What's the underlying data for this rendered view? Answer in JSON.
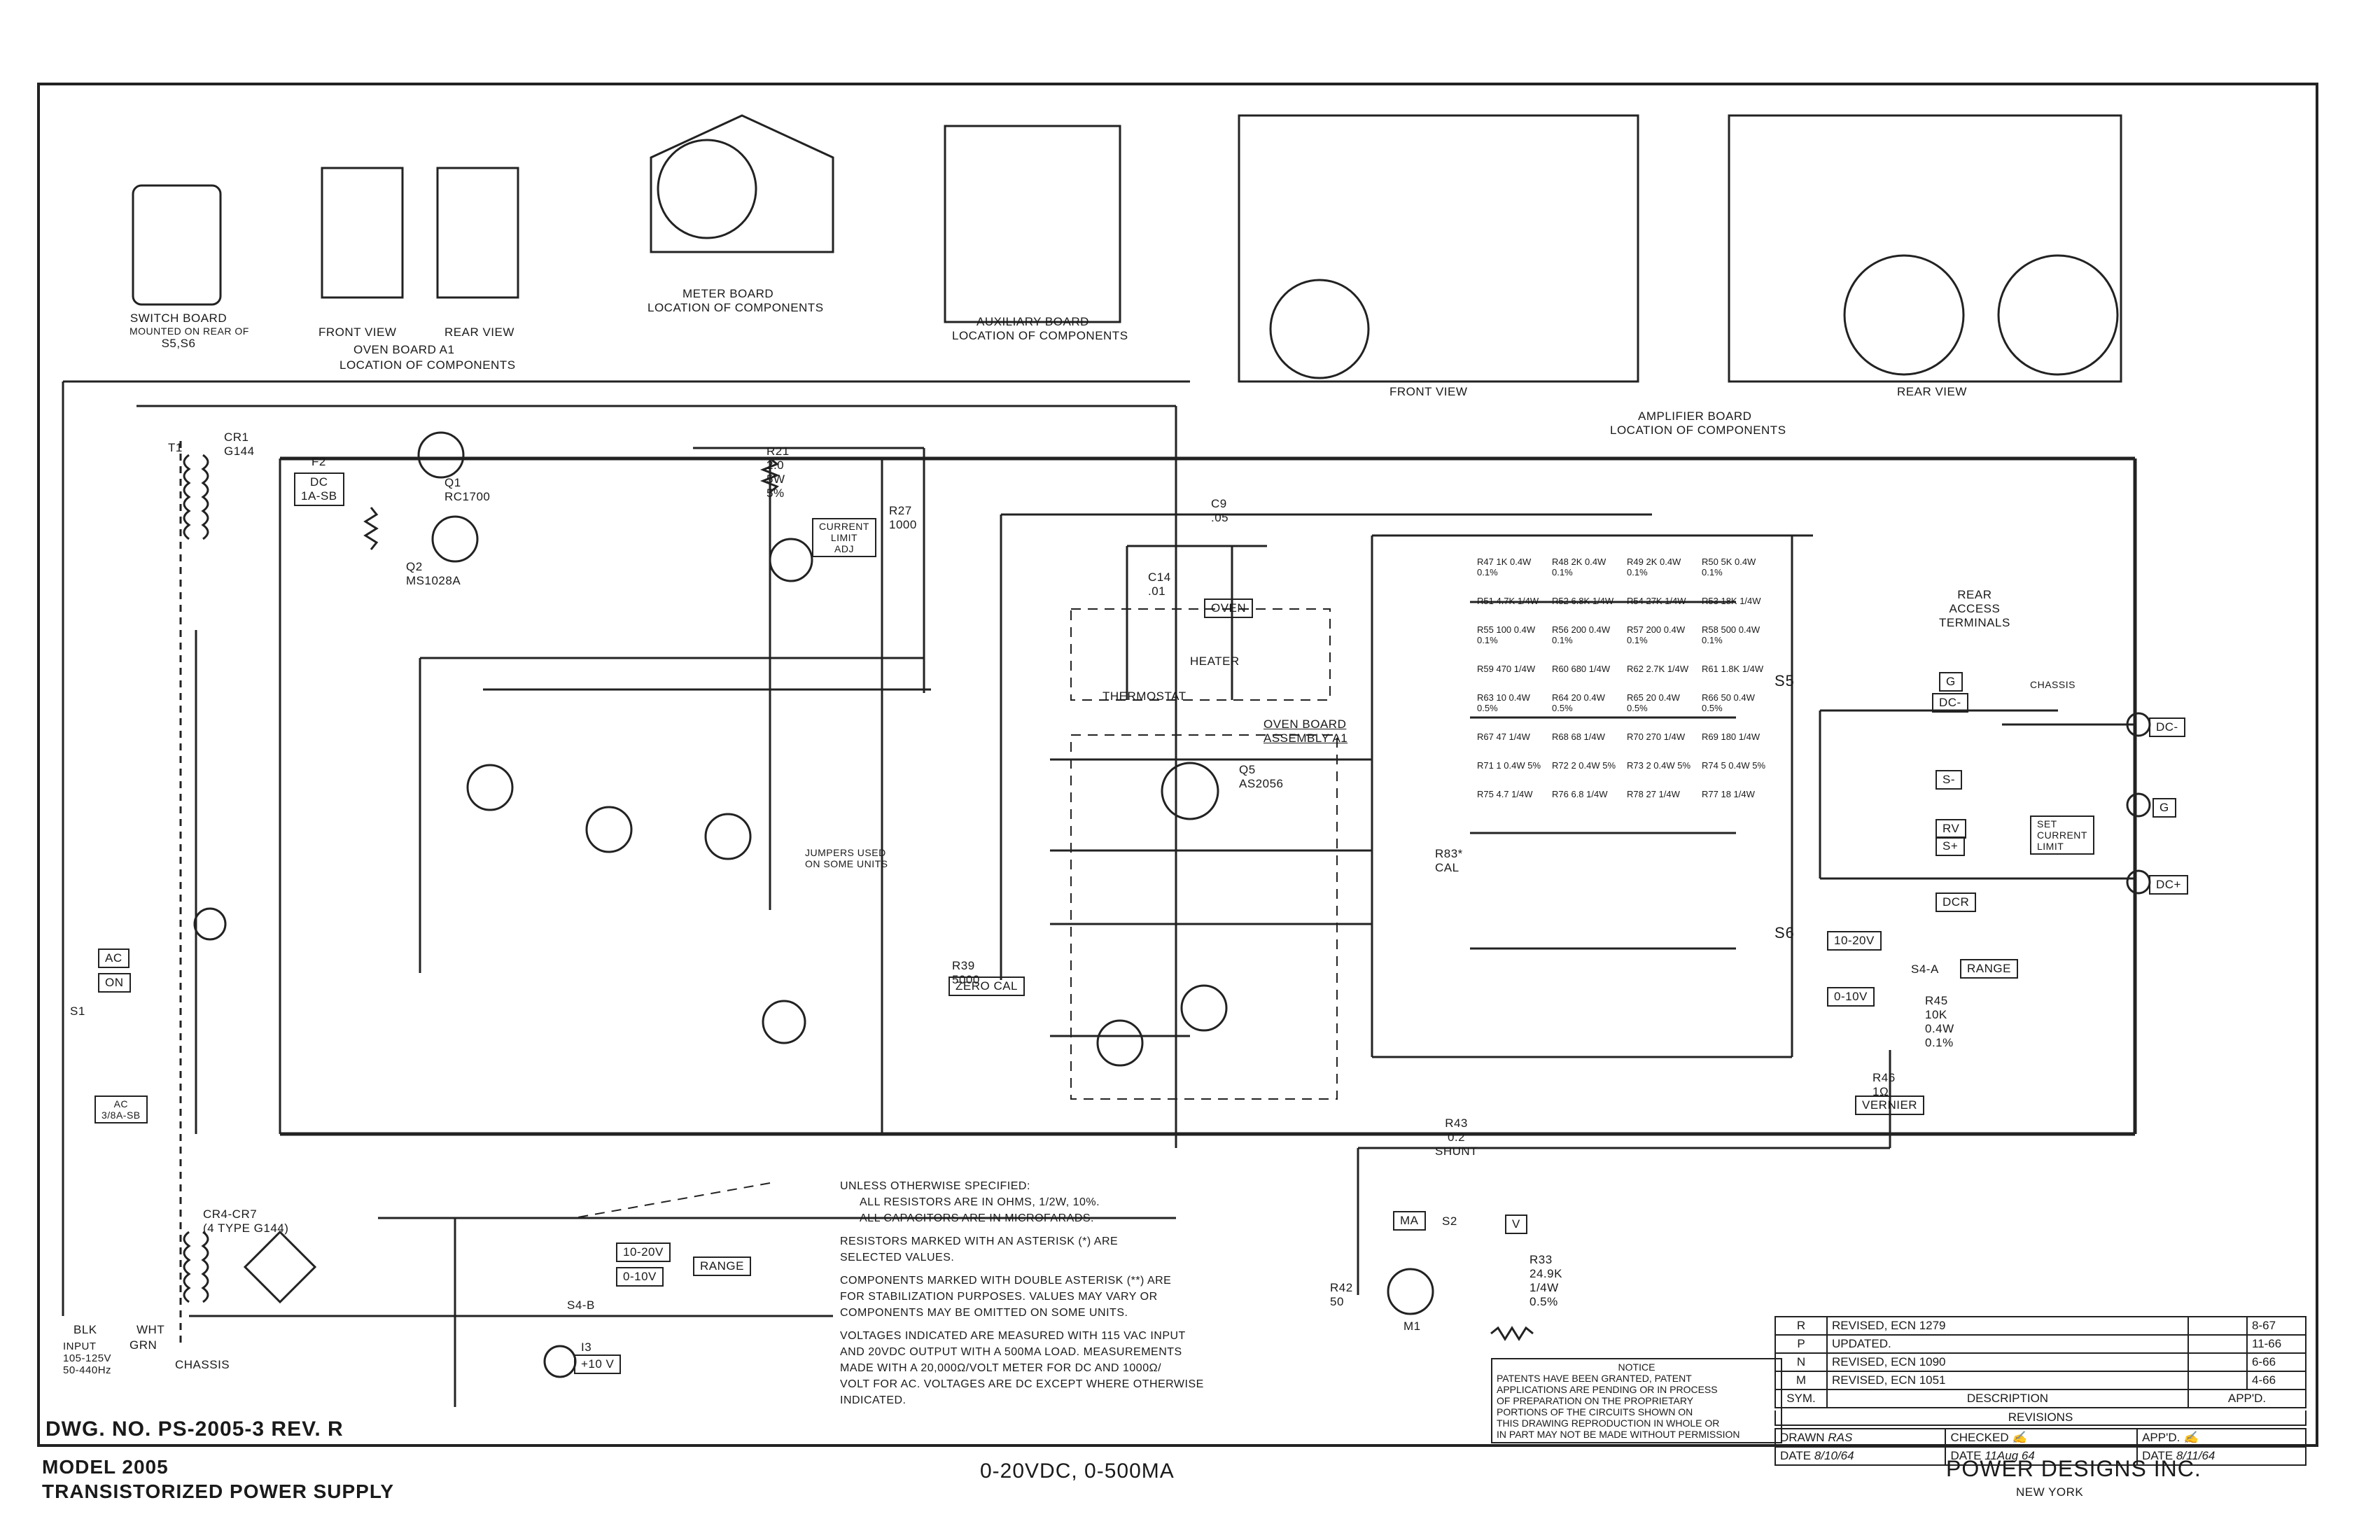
{
  "component_views": {
    "switch_board": [
      "SWITCH BOARD",
      "MOUNTED ON REAR OF",
      "S5,S6"
    ],
    "oven_board": {
      "front": "FRONT VIEW",
      "rear": "REAR VIEW",
      "caption1": "OVEN BOARD A1",
      "caption2": "LOCATION OF COMPONENTS"
    },
    "meter_board": [
      "METER BOARD",
      "LOCATION OF COMPONENTS"
    ],
    "auxiliary_board": [
      "AUXILIARY BOARD",
      "LOCATION OF COMPONENTS"
    ],
    "amplifier_board": {
      "front": "FRONT VIEW",
      "rear": "REAR VIEW",
      "caption1": "AMPLIFIER BOARD",
      "caption2": "LOCATION OF COMPONENTS"
    }
  },
  "schematic_labels": {
    "transformer": "T1",
    "cr1": "CR1\nG144",
    "fuse_f2": "F2",
    "dc_fuse": "DC\n1A-SB",
    "q1": "Q1\nRC1700",
    "q2": "Q2\nMS1028A",
    "r21": "R21\n2.0\n5W\n5%",
    "current_limit": "CURRENT\nLIMIT\nADJ",
    "r27": "R27\n1000",
    "c9": "C9\n.05",
    "c14": "C14\n.01",
    "oven": "OVEN",
    "heater": "HEATER",
    "thermostat": "THERMOSTAT",
    "oven_board_assembly": "OVEN BOARD\nASSEMBLY A1",
    "q5": "Q5\nAS2056",
    "zero_cal": "ZERO CAL",
    "r39": "R39\n5000",
    "r83": "R83*\nCAL",
    "s5": "S5",
    "s6": "S6",
    "rear_access": "REAR\nACCESS\nTERMINALS",
    "chassis": "CHASSIS",
    "set_current_limit": "SET\nCURRENT\nLIMIT",
    "range_10_20": "10-20V",
    "range_0_10": "0-10V",
    "range": "RANGE",
    "vernier": "VERNIER",
    "r43": "R43\n0.2\nSHUNT",
    "ma": "MA",
    "v": "V",
    "s2": "S2",
    "m1": "M1",
    "r33": "R33\n24.9K\n1/4W\n0.5%",
    "r42": "R42\n50",
    "cr4_cr7": "CR4-CR7\n(4 TYPE G144)",
    "s4b": "S4-B",
    "plus_10v": "+10 V",
    "i3": "I3",
    "input": "INPUT\n105-125V\n50-440Hz",
    "blk": "BLK",
    "wht": "WHT",
    "grn": "GRN",
    "ac_fuse": "AC\n3/8A-SB",
    "ac_lamp": "AC",
    "on": "ON",
    "s1": "S1",
    "jumpers": "JUMPERS USED\nON SOME UNITS",
    "r45": "R45\n10K\n0.4W\n0.1%",
    "r46": "R46\n1Ω",
    "s4a": "S4-A",
    "dc_minus": "DC-",
    "dc_plus": "DC+",
    "g": "G",
    "s_minus": "S-",
    "s_plus": "S+",
    "rv": "RV"
  },
  "terminal_labels": [
    "DC-",
    "G",
    "DC+",
    "RV",
    "S+",
    "S-",
    "DCR"
  ],
  "resistor_table_rows": [
    [
      "R47 1K 0.4W 0.1%",
      "R48 2K 0.4W 0.1%",
      "R49 2K 0.4W 0.1%",
      "R50 5K 0.4W 0.1%"
    ],
    [
      "R51 4.7K 1/4W",
      "R52 6.8K 1/4W",
      "R54 27K 1/4W",
      "R53 18K 1/4W"
    ],
    [
      "R55 100 0.4W 0.1%",
      "R56 200 0.4W 0.1%",
      "R57 200 0.4W 0.1%",
      "R58 500 0.4W 0.1%"
    ],
    [
      "R59 470 1/4W",
      "R60 680 1/4W",
      "R62 2.7K 1/4W",
      "R61 1.8K 1/4W"
    ],
    [
      "R63 10 0.4W 0.5%",
      "R64 20 0.4W 0.5%",
      "R65 20 0.4W 0.5%",
      "R66 50 0.4W 0.5%"
    ],
    [
      "R67 47 1/4W",
      "R68 68 1/4W",
      "R70 270 1/4W",
      "R69 180 1/4W"
    ],
    [
      "R71 1 0.4W 5%",
      "R72 2 0.4W 5%",
      "R73 2 0.4W 5%",
      "R74 5 0.4W 5%"
    ],
    [
      "R75 4.7 1/4W",
      "R76 6.8 1/4W",
      "R78 27 1/4W",
      "R77 18 1/4W"
    ]
  ],
  "notes": [
    [
      "UNLESS OTHERWISE SPECIFIED:",
      "ALL RESISTORS ARE IN OHMS, 1/2W, 10%.",
      "ALL CAPACITORS ARE IN MICROFARADS."
    ],
    [
      "RESISTORS MARKED WITH AN ASTERISK (*) ARE",
      "SELECTED VALUES."
    ],
    [
      "COMPONENTS MARKED WITH DOUBLE ASTERISK (**) ARE",
      "FOR STABILIZATION PURPOSES. VALUES MAY VARY OR",
      "COMPONENTS MAY BE OMITTED ON SOME UNITS."
    ],
    [
      "VOLTAGES INDICATED ARE MEASURED WITH 115 VAC INPUT",
      "AND 20VDC OUTPUT WITH A 500MA LOAD. MEASUREMENTS",
      "MADE WITH A 20,000Ω/VOLT METER FOR DC AND 1000Ω/",
      "VOLT FOR AC. VOLTAGES ARE DC EXCEPT WHERE OTHERWISE",
      "INDICATED."
    ]
  ],
  "notice": {
    "title": "NOTICE",
    "lines": [
      "PATENTS HAVE BEEN GRANTED, PATENT",
      "APPLICATIONS ARE PENDING OR IN PROCESS",
      "OF PREPARATION ON THE PROPRIETARY",
      "PORTIONS OF THE CIRCUITS SHOWN ON",
      "THIS DRAWING REPRODUCTION IN WHOLE OR",
      "IN PART MAY NOT BE MADE WITHOUT PERMISSION"
    ]
  },
  "revisions": {
    "title": "REVISIONS",
    "headers": {
      "sym": "SYM.",
      "description": "DESCRIPTION",
      "appd": "APP'D."
    },
    "rows": [
      {
        "sym": "R",
        "description": "REVISED, ECN 1279",
        "date": "8-67"
      },
      {
        "sym": "P",
        "description": "UPDATED.",
        "date": "11-66"
      },
      {
        "sym": "N",
        "description": "REVISED, ECN 1090",
        "date": "6-66"
      },
      {
        "sym": "M",
        "description": "REVISED, ECN 1051",
        "date": "4-66"
      }
    ],
    "drawn_label": "DRAWN",
    "drawn_by": "RAS",
    "checked_label": "CHECKED",
    "appd_label": "APP'D.",
    "date_label": "DATE",
    "drawn_date": "8/10/64",
    "checked_date": "11Aug 64",
    "appd_date": "8/11/64"
  },
  "title_block": {
    "drawing_number": "DWG. NO. PS-2005-3 REV. R",
    "model": "MODEL 2005",
    "description": "TRANSISTORIZED POWER SUPPLY",
    "rating": "0-20VDC, 0-500MA",
    "company": "POWER DESIGNS INC.",
    "location": "NEW YORK"
  }
}
